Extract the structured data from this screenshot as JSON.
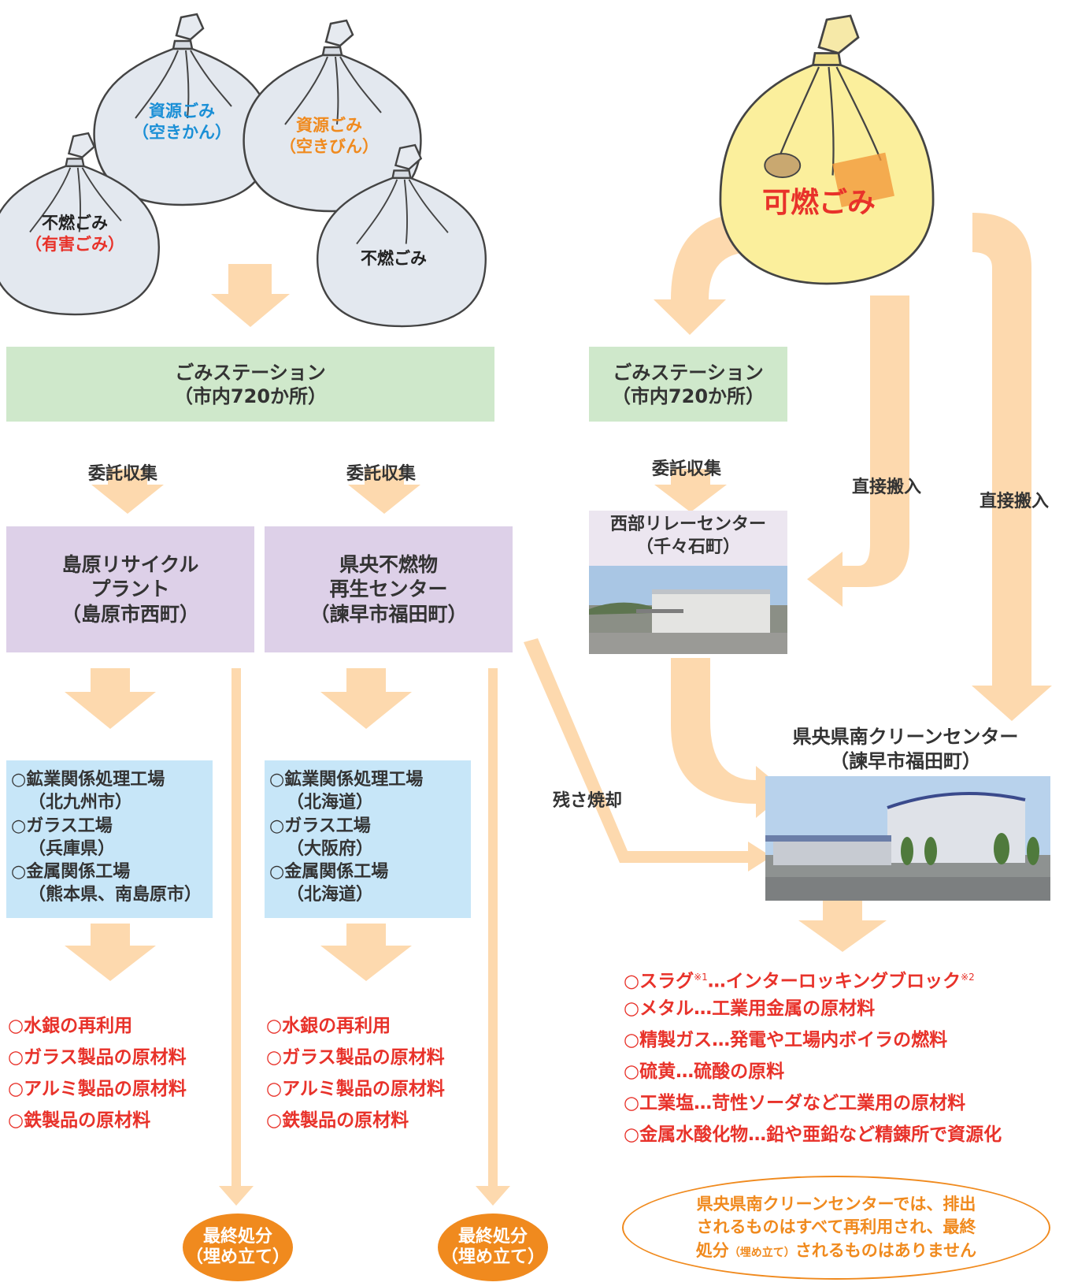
{
  "bags": {
    "shigen_kan": {
      "line1": "資源ごみ",
      "line2": "（空きかん）"
    },
    "shigen_bin": {
      "line1": "資源ごみ",
      "line2": "（空きびん）"
    },
    "funen_yugai": {
      "line1": "不燃ごみ",
      "line2": "（有害ごみ）"
    },
    "funen": {
      "line1": "不燃ごみ"
    },
    "kanen": {
      "line1": "可燃ごみ"
    }
  },
  "station_left": {
    "line1": "ごみステーション",
    "line2": "（市内720か所）"
  },
  "station_right": {
    "line1": "ごみステーション",
    "line2": "（市内720か所）"
  },
  "labels": {
    "itaku1": "委託収集",
    "itaku2": "委託収集",
    "itaku3": "委託収集",
    "chokusetsu1": "直接搬入",
    "chokusetsu2": "直接搬入",
    "zansa": "残さ焼却"
  },
  "plant_shimabara": {
    "line1": "島原リサイクル",
    "line2": "プラント",
    "line3": "（島原市西町）"
  },
  "plant_kenou": {
    "line1": "県央不燃物",
    "line2": "再生センター",
    "line3": "（諫早市福田町）"
  },
  "relay_center": {
    "line1": "西部リレーセンター",
    "line2": "（千々石町）"
  },
  "clean_center": {
    "line1": "県央県南クリーンセンター",
    "line2": "（諫早市福田町）"
  },
  "dest_left": [
    "○鉱業関係処理工場",
    "（北九州市）",
    "○ガラス工場",
    "（兵庫県）",
    "○金属関係工場",
    "（熊本県、南島原市）"
  ],
  "dest_mid": [
    "○鉱業関係処理工場",
    "（北海道）",
    "○ガラス工場",
    "（大阪府）",
    "○金属関係工場",
    "（北海道）"
  ],
  "uses_left": [
    "○水銀の再利用",
    "○ガラス製品の原材料",
    "○アルミ製品の原材料",
    "○鉄製品の原材料"
  ],
  "uses_mid": [
    "○水銀の再利用",
    "○ガラス製品の原材料",
    "○アルミ製品の原材料",
    "○鉄製品の原材料"
  ],
  "uses_right": {
    "slag_a": "○スラグ",
    "slag_note1": "※1",
    "slag_b": "…インターロッキングブロック",
    "slag_note2": "※2",
    "items": [
      "○メタル…工業用金属の原材料",
      "○精製ガス…発電や工場内ボイラの燃料",
      "○硫黄…硫酸の原料",
      "○工業塩…苛性ソーダなど工業用の原材料",
      "○金属水酸化物…鉛や亜鉛など精錬所で資源化"
    ]
  },
  "final_left": {
    "line1": "最終処分",
    "line2": "（埋め立て）"
  },
  "final_mid": {
    "line1": "最終処分",
    "line2": "（埋め立て）"
  },
  "note": {
    "line1": "県央県南クリーンセンターでは、排出",
    "line2": "されるものはすべて再利用され、最終",
    "line3a": "処分",
    "line3b": "（埋め立て）",
    "line3c": "されるものはありません"
  },
  "colors": {
    "arrow": "#fdd9ae",
    "green": "#cfe8cb",
    "purple": "#ddd0e8",
    "blue": "#c7e6f8",
    "red": "#e8322a",
    "orange": "#f08a1e"
  }
}
